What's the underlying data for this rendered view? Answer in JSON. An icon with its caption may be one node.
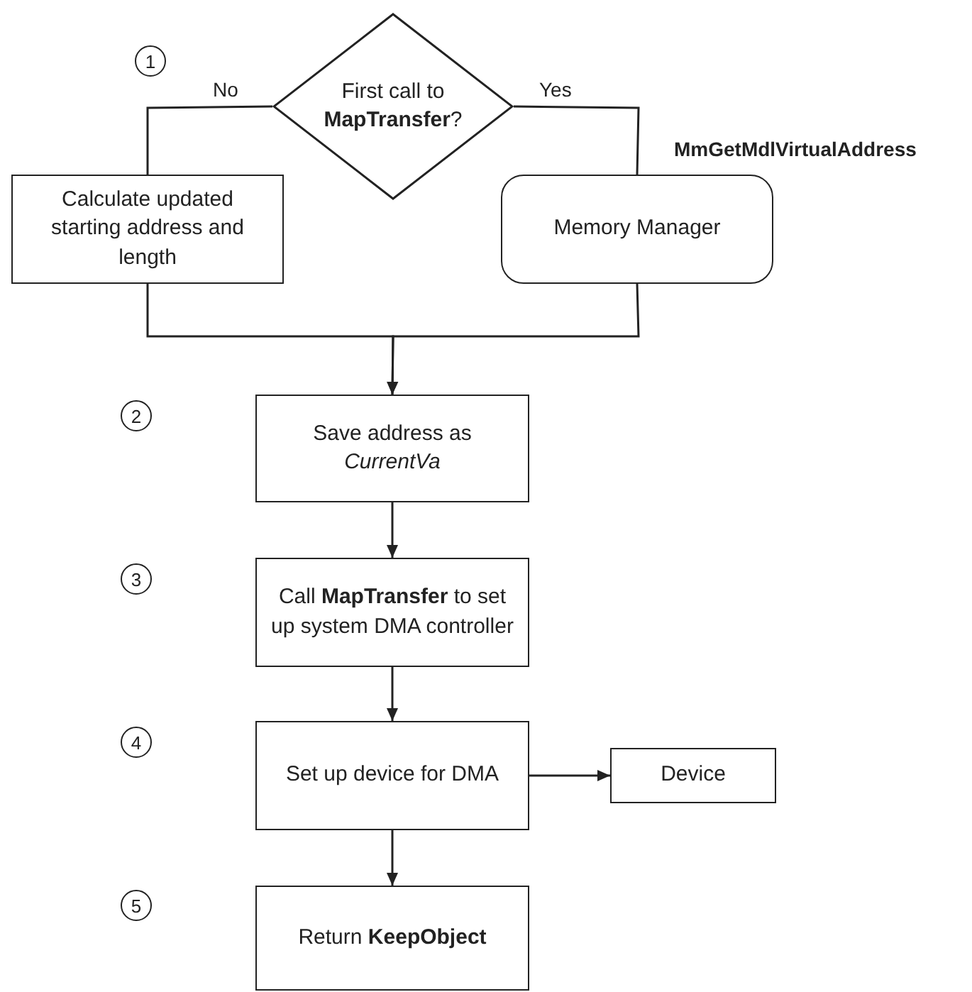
{
  "diagram": {
    "nodes": [
      {
        "text": [
          "First call to **MapTransfer**?"
        ]
      },
      {
        "text": [
          "Calculate updated starting address and length"
        ]
      },
      {
        "text": [
          "Memory Manager"
        ],
        "beside": [
          "MmGetMdlVirtualAddress"
        ]
      },
      {
        "text": [
          "Save address as *CurrentVa*"
        ]
      },
      {
        "text": [
          "Call **MapTransfer** to set up system DMA controller"
        ]
      },
      {
        "text": [
          "Set up device for DMA"
        ]
      },
      {
        "text": [
          "Device"
        ]
      },
      {
        "text": [
          "Return **KeepObject**"
        ]
      }
    ],
    "edges": [
      {
        "from": 0,
        "to": 1,
        "arrow": "none",
        "label": "No"
      },
      {
        "from": 0,
        "to": 2,
        "arrow": "none",
        "label": "Yes"
      },
      {
        "from": 1,
        "to": 3,
        "arrow": "to"
      },
      {
        "from": 2,
        "to": 3,
        "arrow": "to"
      },
      {
        "from": 3,
        "to": 4,
        "arrow": "to"
      },
      {
        "from": 4,
        "to": 5,
        "arrow": "to"
      },
      {
        "from": 5,
        "to": 6,
        "arrow": "to"
      },
      {
        "from": 5,
        "to": 7,
        "arrow": "to"
      }
    ],
    "labels": [
      "1",
      "2",
      "3",
      "4",
      "5"
    ]
  }
}
